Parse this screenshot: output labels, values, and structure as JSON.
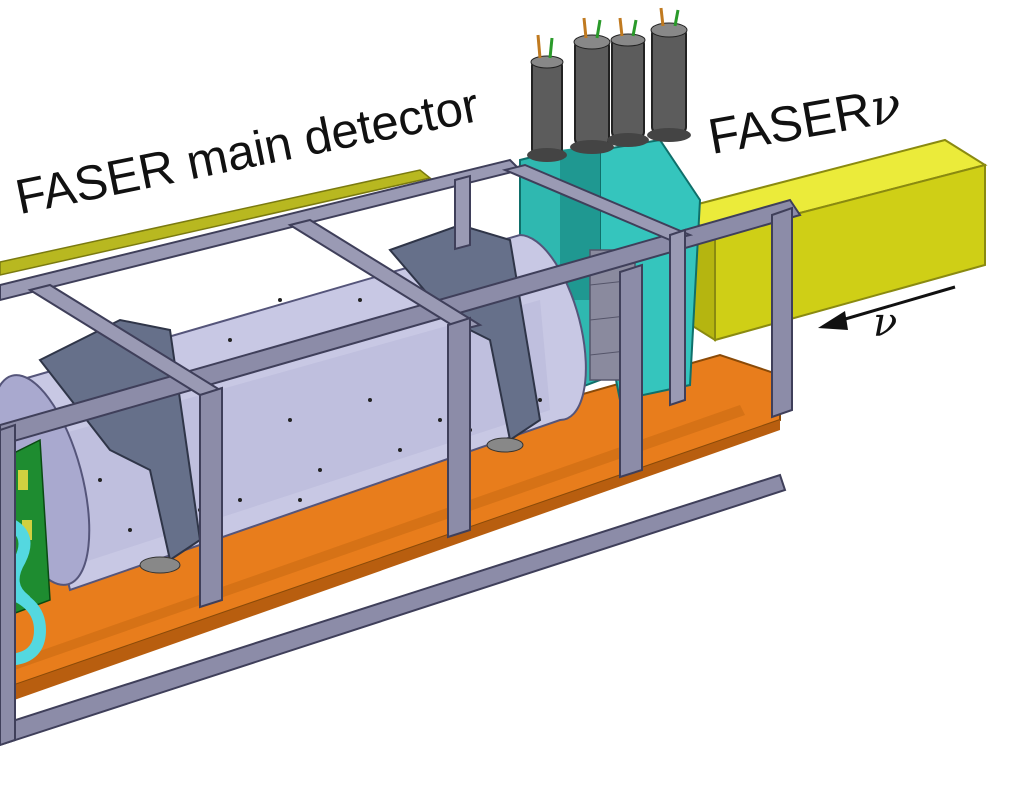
{
  "labels": {
    "main_detector": "FASER main detector",
    "faser_nu_prefix": "FASER",
    "faser_nu_symbol": "ν",
    "neutrino_symbol": "ν"
  },
  "colors": {
    "frame": "#8c8ca8",
    "frame_dark": "#6c6c88",
    "magnet": "#c8c8e4",
    "magnet_shade": "#a9a9cf",
    "yoke": "#66708a",
    "base_plate": "#e87d1c",
    "base_plate_dark": "#b85e0f",
    "calorimeter": "#2fb8b0",
    "faser_nu_box": "#d6d61e",
    "pmt": "#5c5c5c",
    "cable": "#54d8e0",
    "pcb": "#1e8c30",
    "arrow": "#111111"
  }
}
